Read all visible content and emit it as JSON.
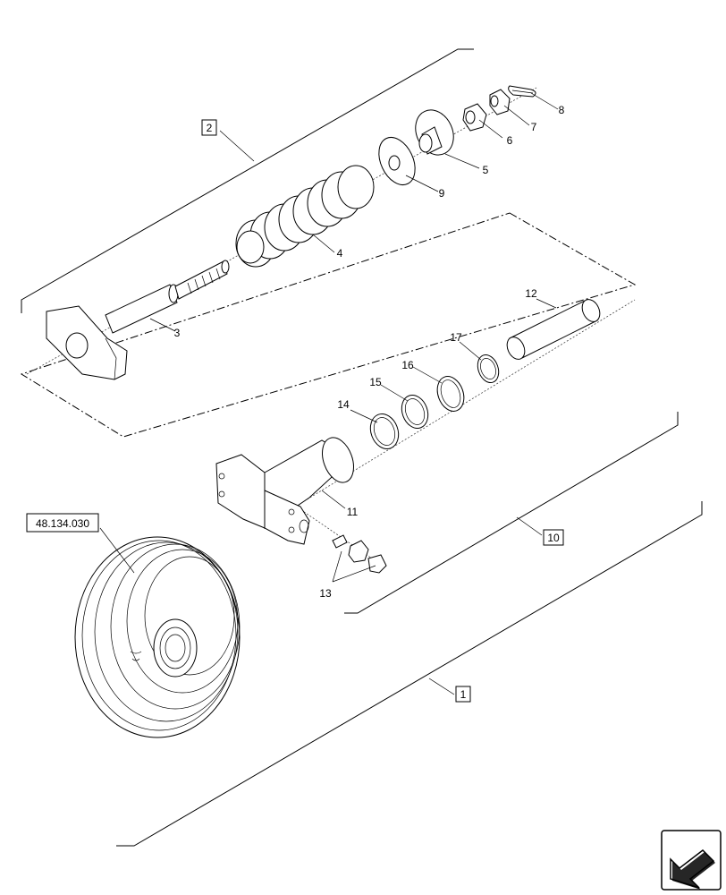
{
  "diagram": {
    "type": "exploded-parts-view",
    "reference": "48.134.030",
    "part_callouts": [
      "1",
      "2",
      "3",
      "4",
      "5",
      "6",
      "7",
      "8",
      "9",
      "10",
      "11",
      "12",
      "13",
      "14",
      "15",
      "16",
      "17"
    ],
    "nav_icon": "arrow-back-icon"
  }
}
